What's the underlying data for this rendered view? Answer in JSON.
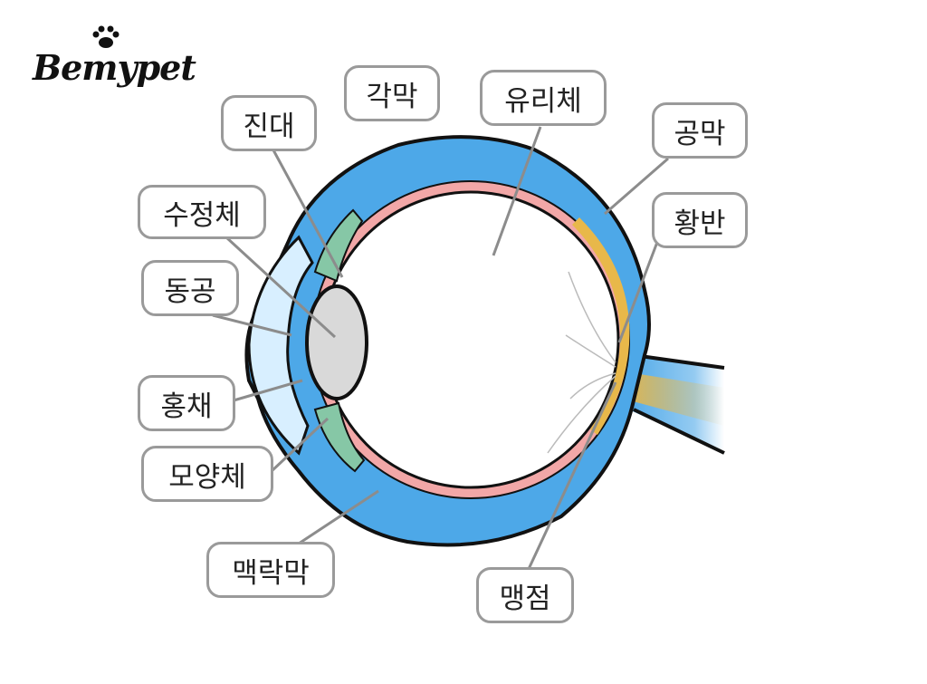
{
  "brand": {
    "name": "Bemypet"
  },
  "labels": {
    "cornea": "각막",
    "zonule": "진대",
    "vitreous": "유리체",
    "sclera": "공막",
    "lens": "수정체",
    "tapetum": "황반",
    "pupil": "동공",
    "iris": "홍채",
    "ciliary": "모양체",
    "choroid": "맥락막",
    "blind_spot": "맹점"
  },
  "colors": {
    "sclera": "#4da8e8",
    "choroid": "#f2a7a7",
    "retina": "#e8b84a",
    "ciliary": "#86c7a6",
    "lens": "#d9d9d9",
    "cornea_fill": "#d8efff",
    "outline": "#111111",
    "leader": "#8c8c8c",
    "label_border": "#9a9a9a"
  }
}
